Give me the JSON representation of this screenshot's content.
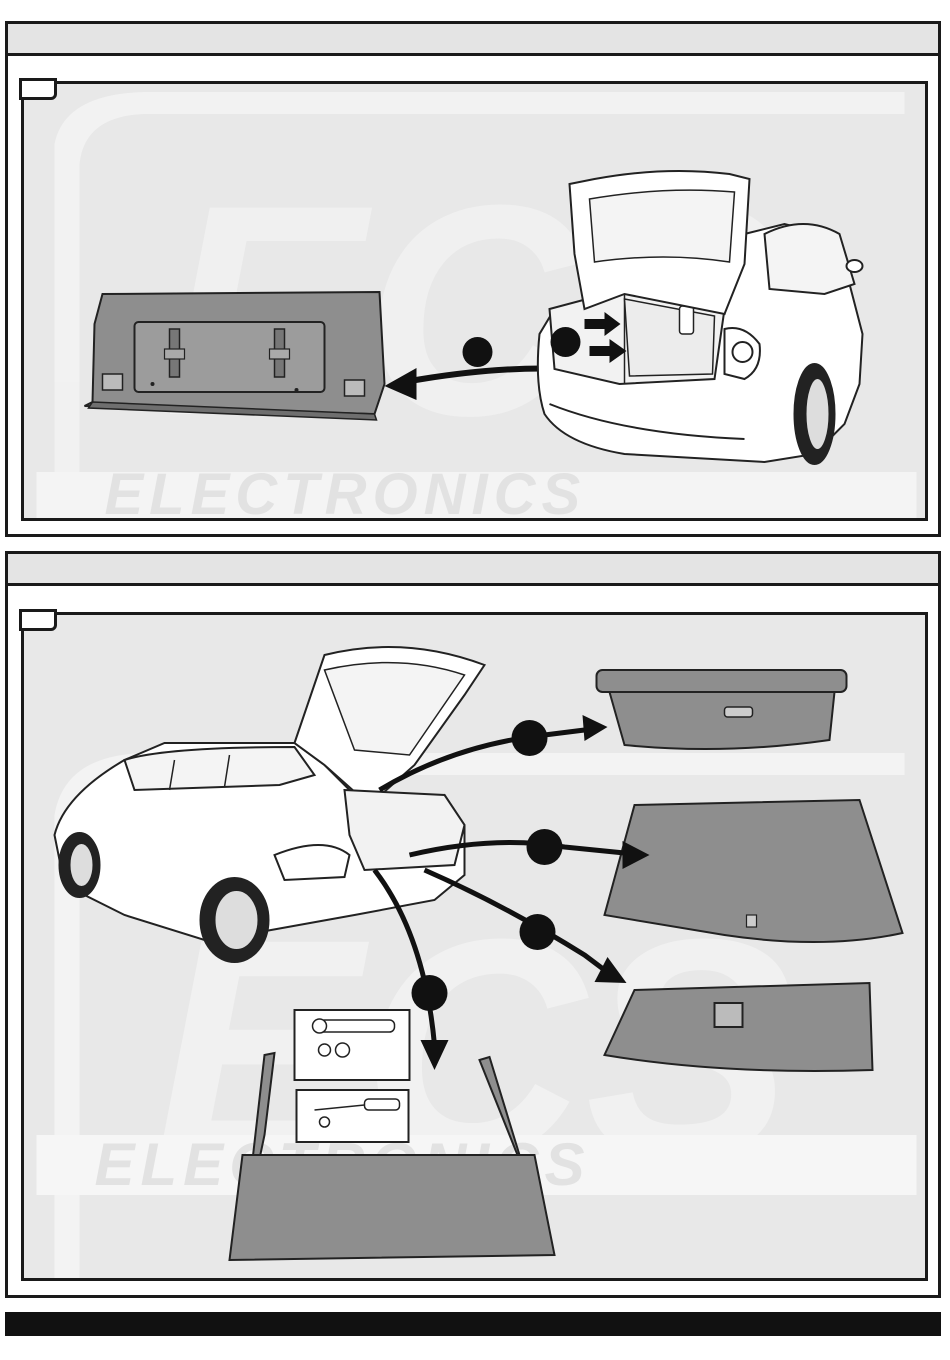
{
  "document": {
    "watermark": {
      "logo_text": "ECS",
      "subtitle": "ELECTRONICS"
    },
    "steps": [
      {
        "id": "step-1",
        "vehicle": "sedan",
        "parts_removed": [
          "trunk-end-trim-panel"
        ],
        "markers": 2
      },
      {
        "id": "step-2",
        "vehicle": "estate",
        "parts_removed": [
          "luggage-cover-roller",
          "boot-floor-mat",
          "boot-floor-board",
          "rear-sill-trim-panel"
        ],
        "tools": [
          "socket-wrench-icon",
          "screwdriver-icon"
        ],
        "markers": 4
      }
    ],
    "colors": {
      "frame": "#1a1a1a",
      "header": "#e4e4e4",
      "panel_background": "#e8e8e8",
      "part_fill": "#8e8e8e",
      "marker": "#111111",
      "footer": "#111111"
    }
  }
}
